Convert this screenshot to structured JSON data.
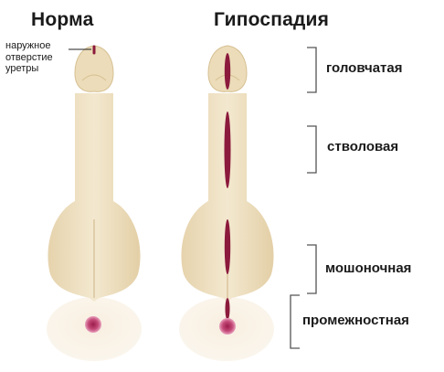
{
  "titles": {
    "normal": "Норма",
    "hypospadias": "Гипоспадия"
  },
  "annotation": {
    "line1": "наружное",
    "line2": "отверстие",
    "line3": "уретры"
  },
  "types": {
    "glans": "головчатая",
    "shaft": "стволовая",
    "scrotal": "мошоночная",
    "perineal": "промежностная"
  },
  "colors": {
    "skin": "#efe2c5",
    "skin_shadow": "#d8c296",
    "opening": "#8b1a3c",
    "perineum": "#f6ecdc",
    "bracket": "#555555"
  }
}
